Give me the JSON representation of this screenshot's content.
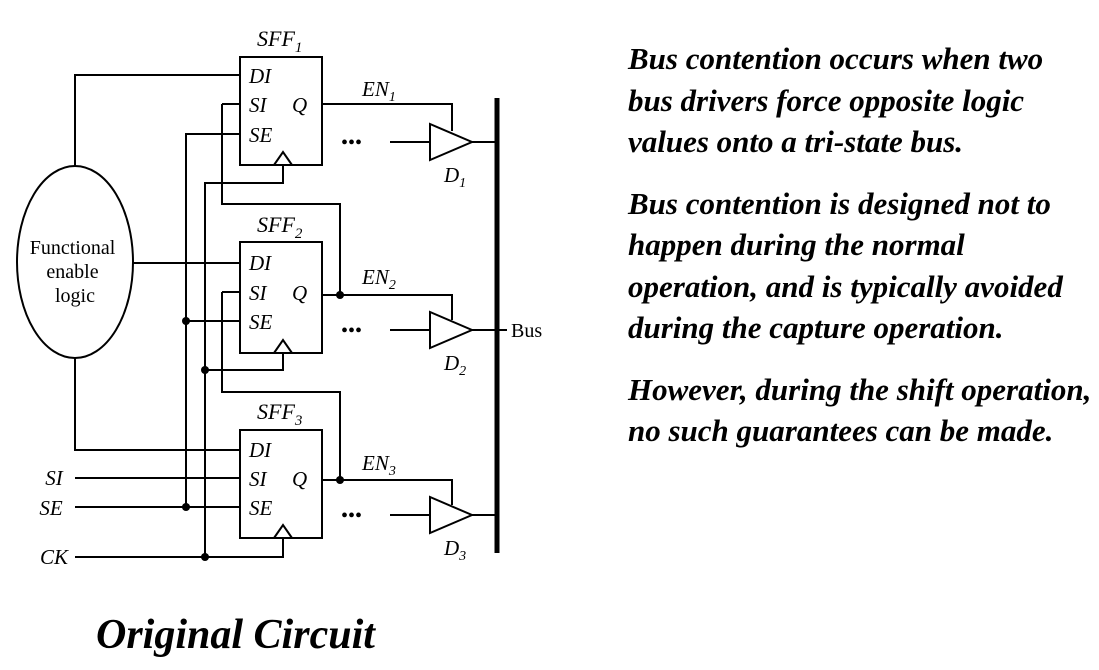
{
  "diagram": {
    "logic_block": [
      "Functional",
      "enable",
      "logic"
    ],
    "flipflops": [
      {
        "name": "SFF",
        "sub": "1"
      },
      {
        "name": "SFF",
        "sub": "2"
      },
      {
        "name": "SFF",
        "sub": "3"
      }
    ],
    "pins": {
      "di": "DI",
      "si": "SI",
      "se": "SE",
      "q": "Q"
    },
    "enables": [
      {
        "name": "EN",
        "sub": "1"
      },
      {
        "name": "EN",
        "sub": "2"
      },
      {
        "name": "EN",
        "sub": "3"
      }
    ],
    "drivers": [
      {
        "name": "D",
        "sub": "1"
      },
      {
        "name": "D",
        "sub": "2"
      },
      {
        "name": "D",
        "sub": "3"
      }
    ],
    "inputs": {
      "si": "SI",
      "se": "SE",
      "ck": "CK"
    },
    "ellipsis": "•••",
    "bus_label": "Bus"
  },
  "caption": "Original Circuit",
  "notes": [
    "Bus contention occurs when two bus drivers force opposite logic values onto a tri-state bus.",
    "Bus contention is designed not to happen during the normal operation, and is typically avoided during the capture operation.",
    "However, during the shift operation, no such guarantees can be made."
  ]
}
